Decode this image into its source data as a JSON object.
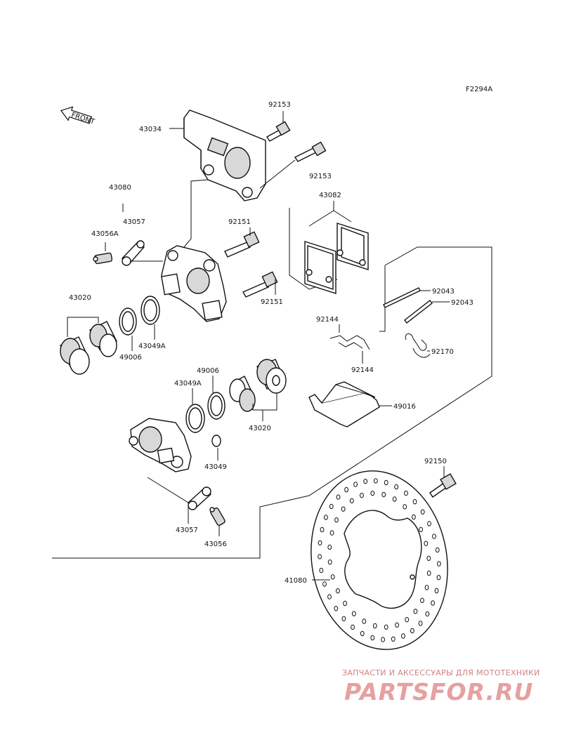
{
  "figure_code": "F2294A",
  "front_label": "FRONT",
  "labels": {
    "p43034": "43034",
    "p92153a": "92153",
    "p92153b": "92153",
    "p43080": "43080",
    "p43057a": "43057",
    "p43056a": "43056A",
    "p92151a": "92151",
    "p92151b": "92151",
    "p43082": "43082",
    "p92043a": "92043",
    "p92043b": "92043",
    "p43020a": "43020",
    "p43049a1": "43049A",
    "p49006a": "49006",
    "p92144a": "92144",
    "p92144b": "92144",
    "p92170": "92170",
    "p49006b": "49006",
    "p43049a2": "43049A",
    "p43020b": "43020",
    "p49016": "49016",
    "p43049": "43049",
    "p43057b": "43057",
    "p43056": "43056",
    "p92150": "92150",
    "p41080": "41080"
  },
  "watermark": {
    "tagline": "ЗАПЧАСТИ И АКСЕССУАРЫ ДЛЯ МОТОТЕХНИКИ",
    "logo": "PARTSFOR.RU",
    "color": "#e6a0a0"
  }
}
